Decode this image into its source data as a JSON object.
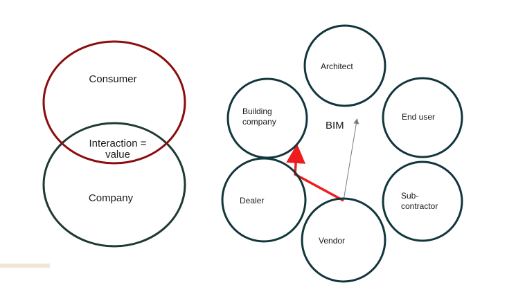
{
  "colors": {
    "consumer_ring": "#8b0d0d",
    "company_ring": "#1e3a32",
    "node_ring": "#12363d",
    "relation_arrow": "#ee1c1c",
    "thin_arrow": "#7a7a7a",
    "accent_bar": "#efe6d6"
  },
  "venn": {
    "consumer": "Consumer",
    "interaction_line1": "Interaction =",
    "interaction_line2": "value",
    "company": "Company"
  },
  "network": {
    "center": "BIM",
    "nodes": [
      {
        "id": "architect",
        "lines": [
          "Architect"
        ]
      },
      {
        "id": "building-company",
        "lines": [
          "Building",
          "company"
        ]
      },
      {
        "id": "end-user",
        "lines": [
          "End user"
        ]
      },
      {
        "id": "dealer",
        "lines": [
          "Dealer"
        ]
      },
      {
        "id": "sub-contractor",
        "lines": [
          "Sub-",
          "contractor"
        ]
      },
      {
        "id": "vendor",
        "lines": [
          "Vendor"
        ]
      }
    ]
  }
}
